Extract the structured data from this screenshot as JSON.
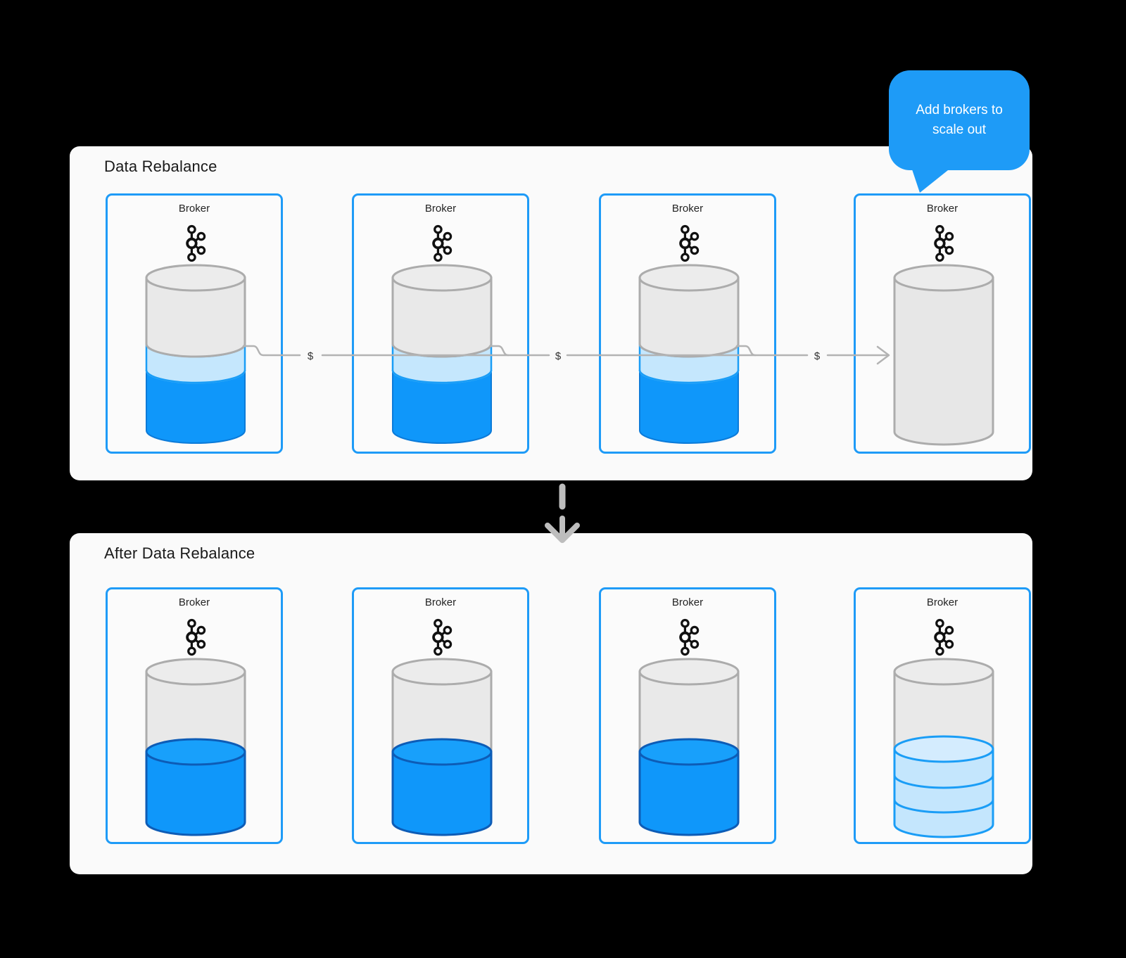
{
  "callout": {
    "line1": "Add brokers to",
    "line2": "scale out"
  },
  "panels": [
    {
      "title": "Data Rebalance",
      "brokers": [
        {
          "label": "Broker",
          "storage_state": "partially-filled-with-data-to-move"
        },
        {
          "label": "Broker",
          "storage_state": "partially-filled-with-data-to-move"
        },
        {
          "label": "Broker",
          "storage_state": "partially-filled-with-data-to-move"
        },
        {
          "label": "Broker",
          "storage_state": "empty-new-broker"
        }
      ],
      "transfer_labels": [
        "$",
        "$",
        "$"
      ]
    },
    {
      "title": "After Data Rebalance",
      "brokers": [
        {
          "label": "Broker",
          "storage_state": "balanced"
        },
        {
          "label": "Broker",
          "storage_state": "balanced"
        },
        {
          "label": "Broker",
          "storage_state": "balanced"
        },
        {
          "label": "Broker",
          "storage_state": "rebalanced-data-stack"
        }
      ]
    }
  ],
  "colors": {
    "accent_blue": "#1E9BF7",
    "data_blue_fill": "#0F97FA",
    "data_blue_dark_stroke": "#0D5CB6",
    "moving_data_fill": "#C5E7FD",
    "moving_data_stroke": "#1A9DF6",
    "cylinder_gray_fill": "#E9E9E9",
    "cylinder_gray_stroke": "#ACACAC",
    "connector_gray": "#B3B3B3",
    "panel_background": "#FAFAFA",
    "page_background": "#000000"
  }
}
